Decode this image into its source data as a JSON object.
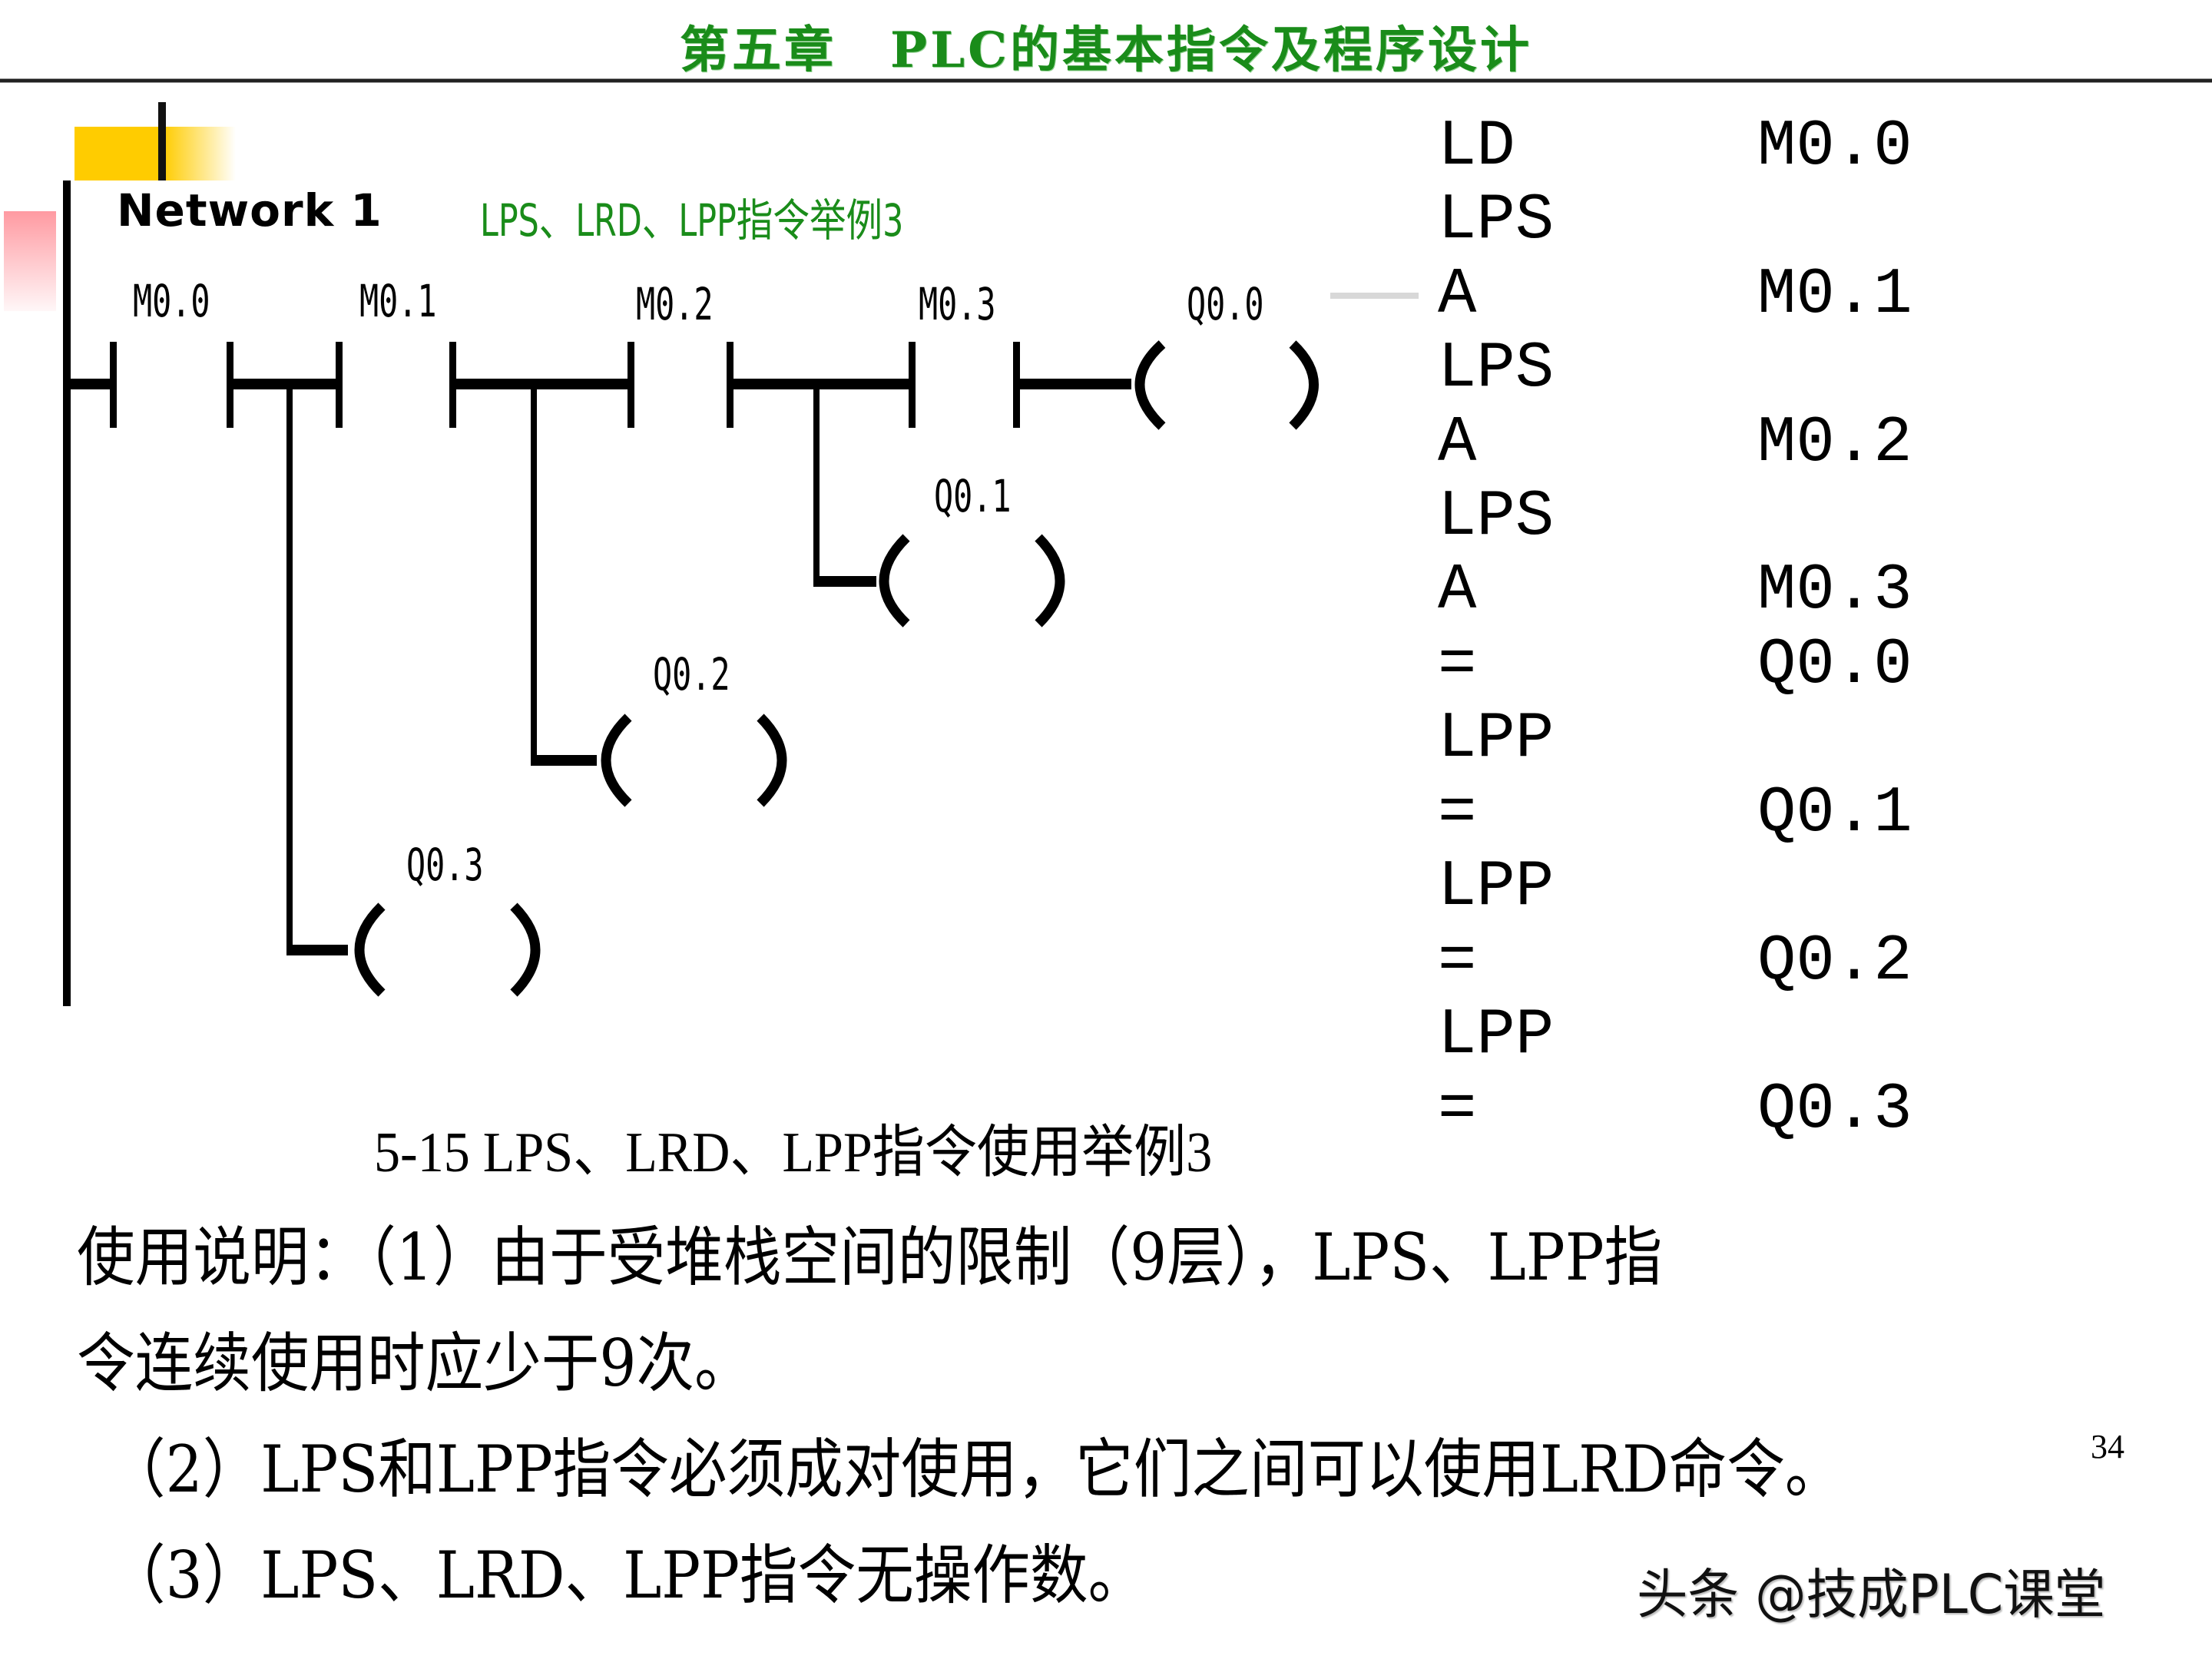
{
  "slide": {
    "chapter": "第五章",
    "title": "PLC的基本指令及程序设计",
    "title_color": "#1a8c1a",
    "page_number": "34"
  },
  "ladder": {
    "network_label": "Network 1",
    "network_comment": "LPS、LRD、LPP指令举例3",
    "contacts": [
      {
        "address": "M0.0",
        "type": "normally-open"
      },
      {
        "address": "M0.1",
        "type": "normally-open"
      },
      {
        "address": "M0.2",
        "type": "normally-open"
      },
      {
        "address": "M0.3",
        "type": "normally-open"
      }
    ],
    "coils": [
      {
        "address": "Q0.0"
      },
      {
        "address": "Q0.1"
      },
      {
        "address": "Q0.2"
      },
      {
        "address": "Q0.3"
      }
    ]
  },
  "instruction_list": [
    {
      "mnemonic": "LD",
      "operand": "M0.0"
    },
    {
      "mnemonic": "LPS",
      "operand": ""
    },
    {
      "mnemonic": "A",
      "operand": "M0.1"
    },
    {
      "mnemonic": "LPS",
      "operand": ""
    },
    {
      "mnemonic": "A",
      "operand": "M0.2"
    },
    {
      "mnemonic": "LPS",
      "operand": ""
    },
    {
      "mnemonic": "A",
      "operand": "M0.3"
    },
    {
      "mnemonic": "=",
      "operand": "Q0.0"
    },
    {
      "mnemonic": "LPP",
      "operand": ""
    },
    {
      "mnemonic": "=",
      "operand": "Q0.1"
    },
    {
      "mnemonic": "LPP",
      "operand": ""
    },
    {
      "mnemonic": "=",
      "operand": "Q0.2"
    },
    {
      "mnemonic": "LPP",
      "operand": ""
    },
    {
      "mnemonic": "=",
      "operand": "Q0.3"
    }
  ],
  "figure_caption": "5-15 LPS、LRD、LPP指令使用举例3",
  "notes": {
    "line1": "使用说明：（1）由于受堆栈空间的限制（9层），LPS、LPP指",
    "line2": "令连续使用时应少于9次。",
    "line3": "（2）LPS和LPP指令必须成对使用，它们之间可以使用LRD命令。",
    "line4": "（3）LPS、LRD、LPP指令无操作数。"
  },
  "watermark": "头条 @技成PLC课堂"
}
